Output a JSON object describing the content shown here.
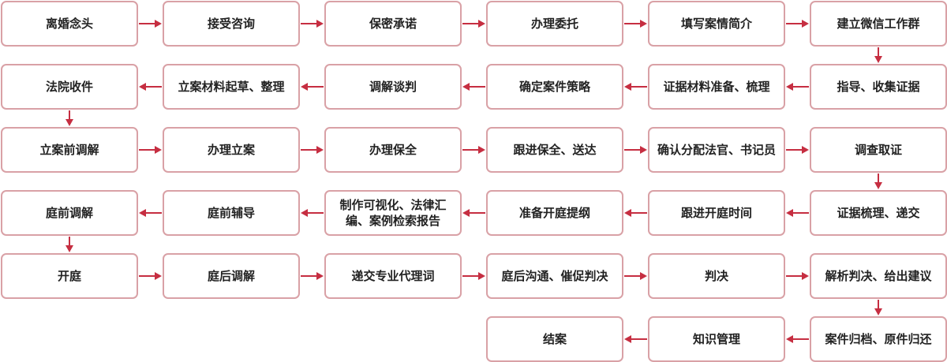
{
  "colors": {
    "arrow": "#c62e41",
    "box_border": "#d9a1a6",
    "text": "#222222",
    "background": "#ffffff"
  },
  "steps": [
    "离婚念头",
    "接受咨询",
    "保密承诺",
    "办理委托",
    "填写案情简介",
    "建立微信工作群",
    "法院收件",
    "立案材料起草、整理",
    "调解谈判",
    "确定案件策略",
    "证据材料准备、梳理",
    "指导、收集证据",
    "立案前调解",
    "办理立案",
    "办理保全",
    "跟进保全、送达",
    "确认分配法官、书记员",
    "调查取证",
    "庭前调解",
    "庭前辅导",
    "制作可视化、法律汇编、案例检索报告",
    "准备开庭提纲",
    "跟进开庭时间",
    "证据梳理、递交",
    "开庭",
    "庭后调解",
    "递交专业代理词",
    "庭后沟通、催促判决",
    "判决",
    "解析判决、给出建议",
    "结案",
    "知识管理",
    "案件归档、原件归还"
  ],
  "grid": [
    [
      0,
      0
    ],
    [
      0,
      1
    ],
    [
      0,
      2
    ],
    [
      0,
      3
    ],
    [
      0,
      4
    ],
    [
      0,
      5
    ],
    [
      1,
      0
    ],
    [
      1,
      1
    ],
    [
      1,
      2
    ],
    [
      1,
      3
    ],
    [
      1,
      4
    ],
    [
      1,
      5
    ],
    [
      2,
      0
    ],
    [
      2,
      1
    ],
    [
      2,
      2
    ],
    [
      2,
      3
    ],
    [
      2,
      4
    ],
    [
      2,
      5
    ],
    [
      3,
      0
    ],
    [
      3,
      1
    ],
    [
      3,
      2
    ],
    [
      3,
      3
    ],
    [
      3,
      4
    ],
    [
      3,
      5
    ],
    [
      4,
      0
    ],
    [
      4,
      1
    ],
    [
      4,
      2
    ],
    [
      4,
      3
    ],
    [
      4,
      4
    ],
    [
      4,
      5
    ],
    [
      5,
      3
    ],
    [
      5,
      4
    ],
    [
      5,
      5
    ]
  ],
  "flow": [
    [
      0,
      1
    ],
    [
      1,
      2
    ],
    [
      2,
      3
    ],
    [
      3,
      4
    ],
    [
      4,
      5
    ],
    [
      5,
      11
    ],
    [
      11,
      10
    ],
    [
      10,
      9
    ],
    [
      9,
      8
    ],
    [
      8,
      7
    ],
    [
      7,
      6
    ],
    [
      6,
      12
    ],
    [
      12,
      13
    ],
    [
      13,
      14
    ],
    [
      14,
      15
    ],
    [
      15,
      16
    ],
    [
      16,
      17
    ],
    [
      17,
      23
    ],
    [
      23,
      22
    ],
    [
      22,
      21
    ],
    [
      21,
      20
    ],
    [
      20,
      19
    ],
    [
      19,
      18
    ],
    [
      18,
      24
    ],
    [
      24,
      25
    ],
    [
      25,
      26
    ],
    [
      26,
      27
    ],
    [
      27,
      28
    ],
    [
      28,
      29
    ],
    [
      29,
      32
    ],
    [
      32,
      31
    ],
    [
      31,
      30
    ]
  ]
}
